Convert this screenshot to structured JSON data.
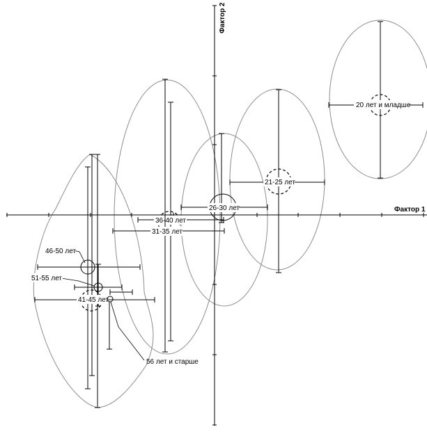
{
  "axes": {
    "x_title": "Фактор 1",
    "y_title": "Фактор 2"
  },
  "groups": [
    {
      "id": "g20",
      "label": "20 лет и младше"
    },
    {
      "id": "g21",
      "label": "21-25 лет"
    },
    {
      "id": "g26",
      "label": "26-30 лет"
    },
    {
      "id": "g31",
      "label": "31-35 лет"
    },
    {
      "id": "g36",
      "label": "36-40 лет"
    },
    {
      "id": "g41",
      "label": "41-45 лет"
    },
    {
      "id": "g46",
      "label": "46-50 лет"
    },
    {
      "id": "g51",
      "label": "51-55 лет"
    },
    {
      "id": "g56",
      "label": "56 лет и старше"
    }
  ]
}
